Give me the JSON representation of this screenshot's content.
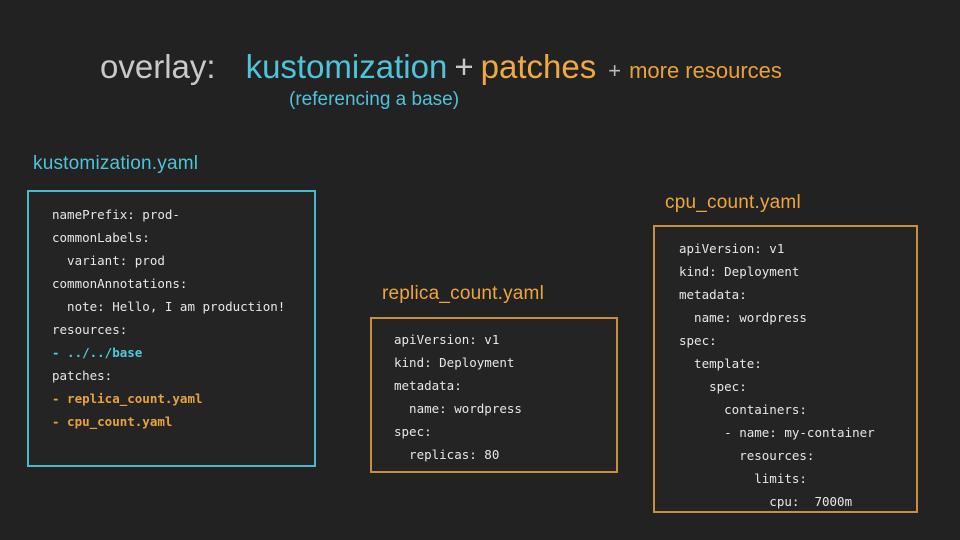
{
  "title": {
    "overlay": "overlay:",
    "kustomization": "kustomization",
    "plus1": "+",
    "patches": "patches",
    "plus2": "+",
    "more_resources": "more resources",
    "subtitle": "(referencing a base)"
  },
  "colors": {
    "background": "#222222",
    "cyan_accent": "#4ec3d9",
    "orange_accent": "#efa53e",
    "orange_border": "#c98f3f",
    "gray_text": "#c9c9c9",
    "code_text": "#e6e6e6"
  },
  "boxes": [
    {
      "label": "kustomization.yaml",
      "accent": "cyan",
      "lines": [
        {
          "text": "namePrefix: prod-",
          "color": "plain"
        },
        {
          "text": "commonLabels:",
          "color": "plain"
        },
        {
          "text": "  variant: prod",
          "color": "plain"
        },
        {
          "text": "commonAnnotations:",
          "color": "plain"
        },
        {
          "text": "  note: Hello, I am production!",
          "color": "plain"
        },
        {
          "text": "resources:",
          "color": "plain"
        },
        {
          "text": "- ../../base",
          "color": "cyan"
        },
        {
          "text": "patches:",
          "color": "plain"
        },
        {
          "text": "- replica_count.yaml",
          "color": "orange"
        },
        {
          "text": "- cpu_count.yaml",
          "color": "orange"
        }
      ]
    },
    {
      "label": "replica_count.yaml",
      "accent": "orange",
      "lines": [
        {
          "text": "apiVersion: v1",
          "color": "plain"
        },
        {
          "text": "kind: Deployment",
          "color": "plain"
        },
        {
          "text": "metadata:",
          "color": "plain"
        },
        {
          "text": "  name: wordpress",
          "color": "plain"
        },
        {
          "text": "spec:",
          "color": "plain"
        },
        {
          "text": "  replicas: 80",
          "color": "plain"
        }
      ]
    },
    {
      "label": "cpu_count.yaml",
      "accent": "orange",
      "lines": [
        {
          "text": "apiVersion: v1",
          "color": "plain"
        },
        {
          "text": "kind: Deployment",
          "color": "plain"
        },
        {
          "text": "metadata:",
          "color": "plain"
        },
        {
          "text": "  name: wordpress",
          "color": "plain"
        },
        {
          "text": "spec:",
          "color": "plain"
        },
        {
          "text": "  template:",
          "color": "plain"
        },
        {
          "text": "    spec:",
          "color": "plain"
        },
        {
          "text": "      containers:",
          "color": "plain"
        },
        {
          "text": "      - name: my-container",
          "color": "plain"
        },
        {
          "text": "        resources:",
          "color": "plain"
        },
        {
          "text": "          limits:",
          "color": "plain"
        },
        {
          "text": "            cpu:  7000m",
          "color": "plain"
        }
      ]
    }
  ]
}
